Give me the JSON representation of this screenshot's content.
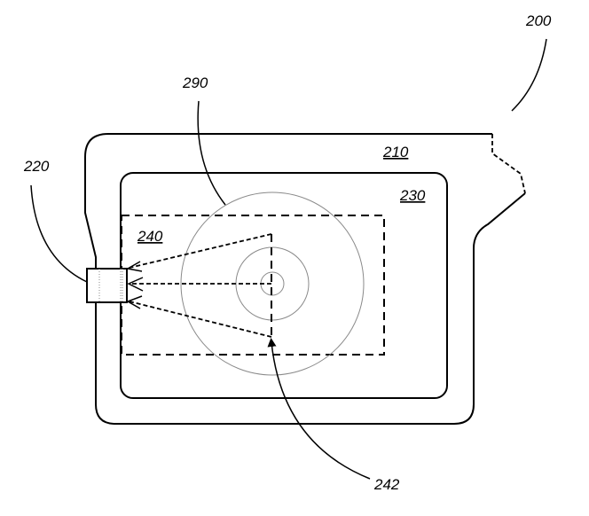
{
  "figure": {
    "reference_labels": {
      "device": "200",
      "housing": "210",
      "sensor": "220",
      "display_area": "230",
      "field_of_view": "240",
      "optical_axis": "242",
      "target_zone": "290"
    },
    "underlined_labels": [
      "210",
      "230",
      "240"
    ],
    "components": [
      {
        "ref": "200",
        "description": "overall device (leader line)"
      },
      {
        "ref": "210",
        "description": "outer housing outline with dashed break on right"
      },
      {
        "ref": "220",
        "description": "sensor / camera box on left edge"
      },
      {
        "ref": "230",
        "description": "inner rounded rectangle region"
      },
      {
        "ref": "240",
        "description": "dashed rectangular region containing sensing cone"
      },
      {
        "ref": "242",
        "description": "dashed vertical line with arrow"
      },
      {
        "ref": "290",
        "description": "concentric circles target"
      }
    ],
    "colors": {
      "line": "#000000",
      "circle": "#8a8a8a",
      "background": "#ffffff"
    }
  }
}
